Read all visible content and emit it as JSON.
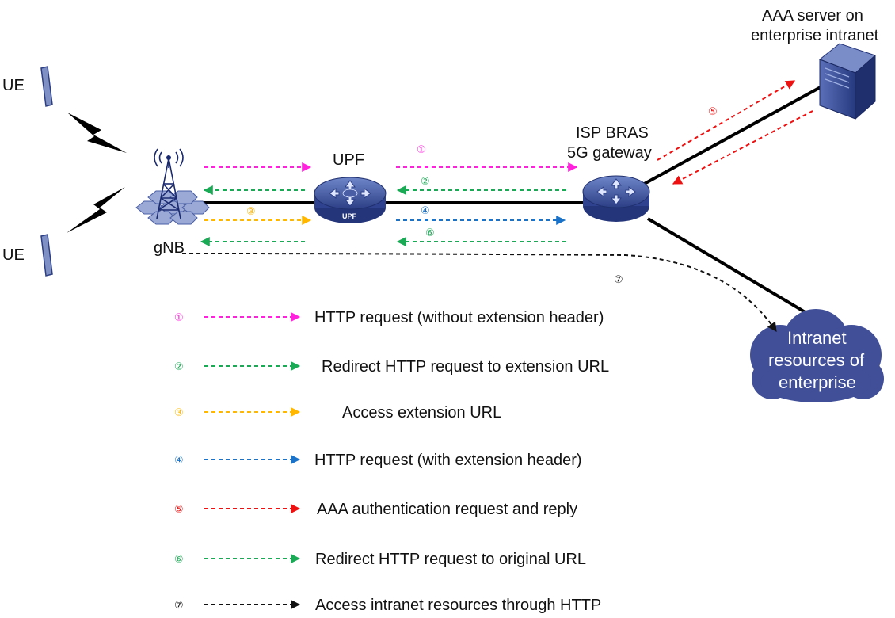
{
  "labels": {
    "ue_top": "UE",
    "ue_bottom": "UE",
    "gnb": "gNB",
    "upf": "UPF",
    "upf_device": "UPF",
    "bras_line1": "ISP BRAS",
    "bras_line2": "5G gateway",
    "aaa_line1": "AAA server on",
    "aaa_line2": "enterprise intranet",
    "intranet_line1": "Intranet",
    "intranet_line2": "resources of",
    "intranet_line3": "enterprise"
  },
  "colors": {
    "step1": "#ff22dd",
    "step2": "#1aaa55",
    "step3": "#ffb700",
    "step4": "#1a73c8",
    "step5": "#ee1111",
    "step6": "#1aaa55",
    "step7": "#111111",
    "device": "#3a4f9a",
    "cloud": "#404f98"
  },
  "legend": [
    {
      "num": "①",
      "text": "HTTP request (without extension header)",
      "color": "#ff22dd"
    },
    {
      "num": "②",
      "text": "Redirect HTTP request to extension URL",
      "color": "#1aaa55"
    },
    {
      "num": "③",
      "text": "Access extension URL",
      "color": "#ffb700"
    },
    {
      "num": "④",
      "text": "HTTP request (with extension header)",
      "color": "#1a73c8"
    },
    {
      "num": "⑤",
      "text": "AAA authentication request and reply",
      "color": "#ee1111"
    },
    {
      "num": "⑥",
      "text": "Redirect HTTP request to original URL",
      "color": "#1aaa55"
    },
    {
      "num": "⑦",
      "text": "Access intranet resources through HTTP",
      "color": "#111111"
    }
  ],
  "flow_numbers": {
    "n1": "①",
    "n2": "②",
    "n3": "③",
    "n4": "④",
    "n5": "⑤",
    "n6": "⑥",
    "n7": "⑦"
  }
}
